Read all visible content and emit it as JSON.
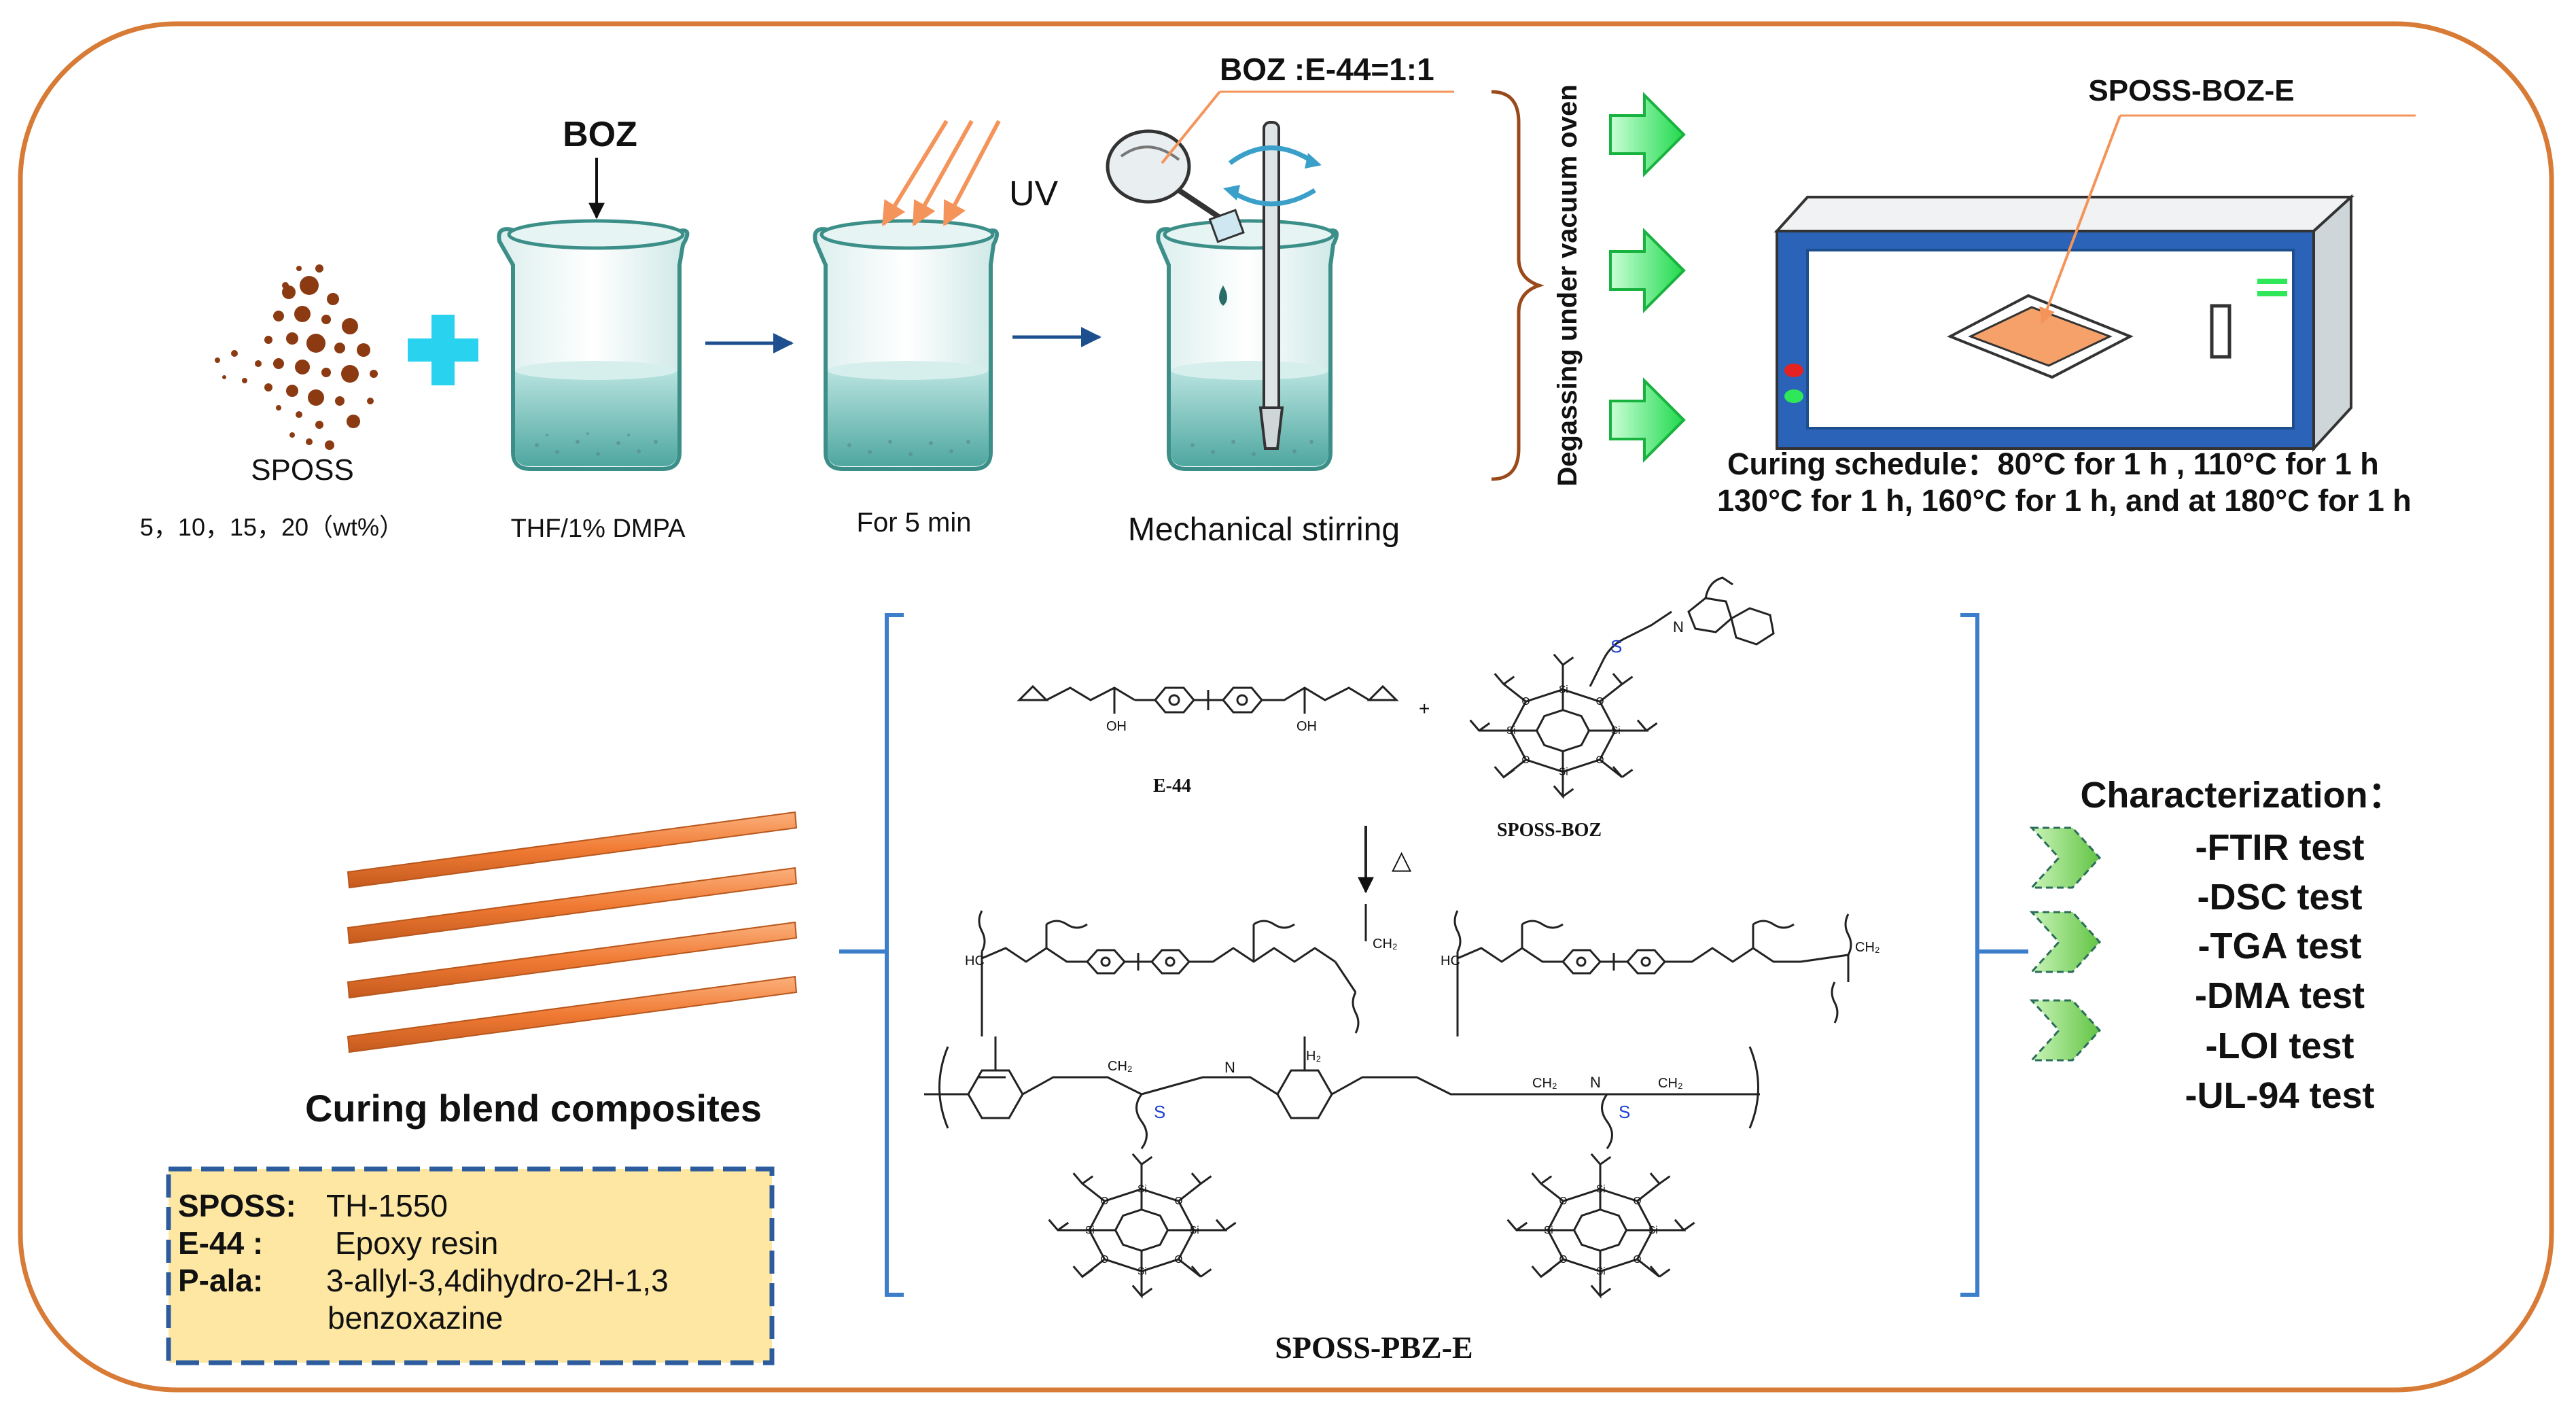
{
  "stage1": {
    "boz_label": "BOZ",
    "sposs_label": "SPOSS",
    "sposs_loading": "5，10，15，20（wt%）",
    "beaker1_label": "THF/1%  DMPA",
    "uv_label": "UV",
    "beaker2_label": "For  5  min",
    "ratio_label": "BOZ :E-44=1:1",
    "beaker3_label": "Mechanical     stirring",
    "degassing_label": "Degassing   under   vacuum   oven"
  },
  "oven": {
    "sample_label": "SPOSS-BOZ-E",
    "schedule_line1": "Curing schedule：80°C for 1 h , 110°C for 1 h",
    "schedule_line2": "130°C for 1 h, 160°C for 1 h, and at 180°C for 1 h"
  },
  "scheme": {
    "e44_label": "E-44",
    "sposs_boz_label": "SPOSS-BOZ",
    "delta_label": "△",
    "product_label": "SPOSS-PBZ-E",
    "s_atom": "S",
    "oh_label": "OH",
    "ch2_label": "CH₂",
    "n_label": "N",
    "h2_label": "H₂",
    "hc_label": "HC",
    "si_label": "Si",
    "o_label": "O"
  },
  "composites": {
    "label": "Curing blend composites"
  },
  "legend": {
    "items": [
      {
        "key": "SPOSS:",
        "value": "TH-1550"
      },
      {
        "key": "E-44 :",
        "value": "Epoxy resin"
      },
      {
        "key": "P-ala:",
        "value": "3-allyl-3,4dihydro-2H-1,3"
      }
    ],
    "continuation": "benzoxazine"
  },
  "characterization": {
    "title": "Characterization：",
    "tests": [
      "-FTIR test",
      "-DSC test",
      "-TGA test",
      "-DMA test",
      "-LOI test",
      "-UL-94 test"
    ]
  },
  "colors": {
    "frame": "#d77b36",
    "orange": "#f4945a",
    "cross": "#29d3f0",
    "green": "#2ee85a",
    "bracket_blue": "#3d7ecb",
    "oven_blue": "#2a63b8",
    "legend_fill": "#fde7a3",
    "legend_border": "#2d5c9e",
    "particle": "#8b3a12"
  }
}
